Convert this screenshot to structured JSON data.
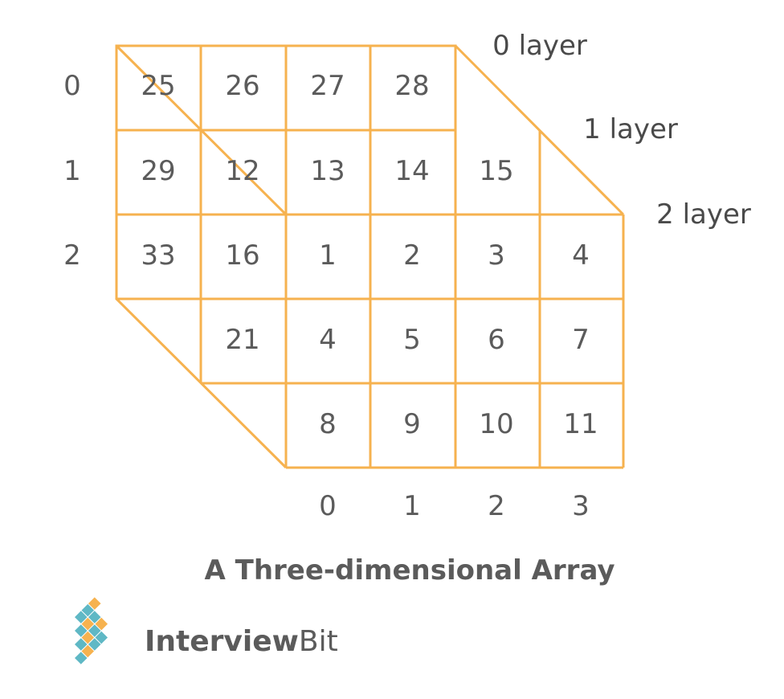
{
  "colors": {
    "grid": "#f6b24f",
    "text": "#5b5b5b",
    "logo_teal": "#5fb8c5",
    "logo_orange": "#f6b24f"
  },
  "row_labels": [
    "0",
    "1",
    "2"
  ],
  "column_labels": [
    "0",
    "1",
    "2",
    "3"
  ],
  "layer_labels": [
    "0 layer",
    "1 layer",
    "2 layer"
  ],
  "layers": [
    {
      "name": "0 layer",
      "visible_values": [
        "25",
        "26",
        "27",
        "28",
        "29",
        "33"
      ]
    },
    {
      "name": "1 layer",
      "visible_values": [
        "12",
        "13",
        "14",
        "15",
        "16",
        "21"
      ]
    },
    {
      "name": "2 layer",
      "values": [
        [
          "1",
          "2",
          "3",
          "4"
        ],
        [
          "4",
          "5",
          "6",
          "7"
        ],
        [
          "8",
          "9",
          "10",
          "11"
        ]
      ]
    }
  ],
  "cells": {
    "c25": "25",
    "c26": "26",
    "c27": "27",
    "c28": "28",
    "c29": "29",
    "c12": "12",
    "c13": "13",
    "c14": "14",
    "c15": "15",
    "c33": "33",
    "c16": "16",
    "c1": "1",
    "c2": "2",
    "c3": "3",
    "c4a": "4",
    "c21": "21",
    "c4b": "4",
    "c5": "5",
    "c6": "6",
    "c7": "7",
    "c8": "8",
    "c9": "9",
    "c10": "10",
    "c11": "11"
  },
  "caption": "A Three-dimensional Array",
  "brand": {
    "name_part1": "Interview",
    "name_part2": "Bit",
    "icon": "interviewbit-diamond-logo-icon"
  }
}
